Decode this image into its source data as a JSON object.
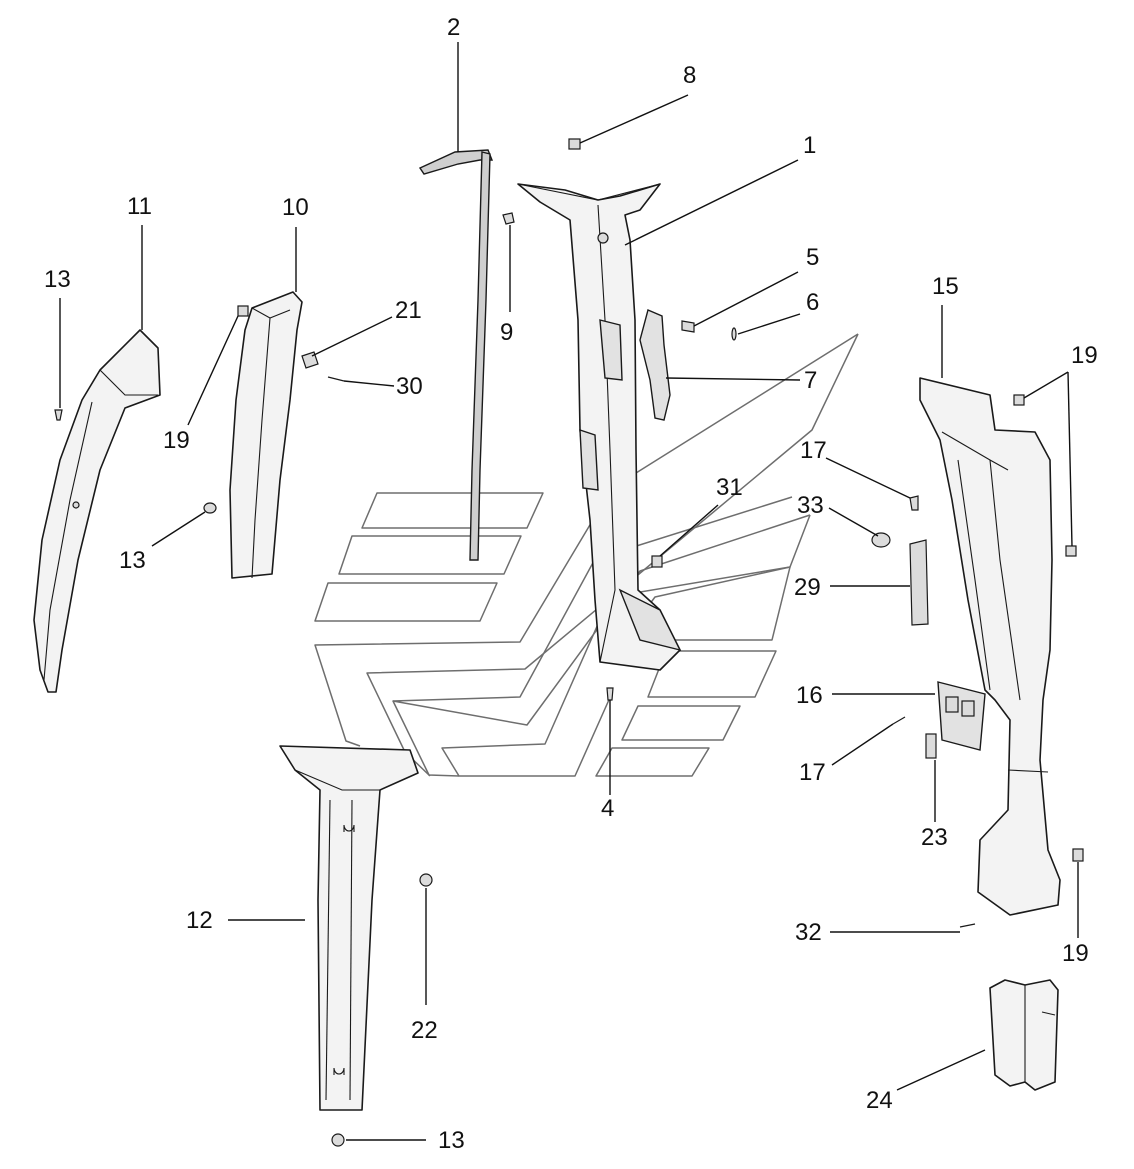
{
  "callouts": {
    "c1": "1",
    "c2": "2",
    "c4": "4",
    "c5": "5",
    "c6": "6",
    "c7": "7",
    "c8": "8",
    "c9": "9",
    "c10": "10",
    "c11": "11",
    "c12": "12",
    "c13a": "13",
    "c13b": "13",
    "c13c": "13",
    "c15": "15",
    "c16": "16",
    "c17a": "17",
    "c17b": "17",
    "c19a": "19",
    "c19b": "19",
    "c19c": "19",
    "c21": "21",
    "c22": "22",
    "c23": "23",
    "c24": "24",
    "c29": "29",
    "c30": "30",
    "c31": "31",
    "c32": "32",
    "c33": "33"
  },
  "colors": {
    "ink": "#111111",
    "part_fill": "#f3f3f3",
    "watermark": "#6e6e6e"
  }
}
